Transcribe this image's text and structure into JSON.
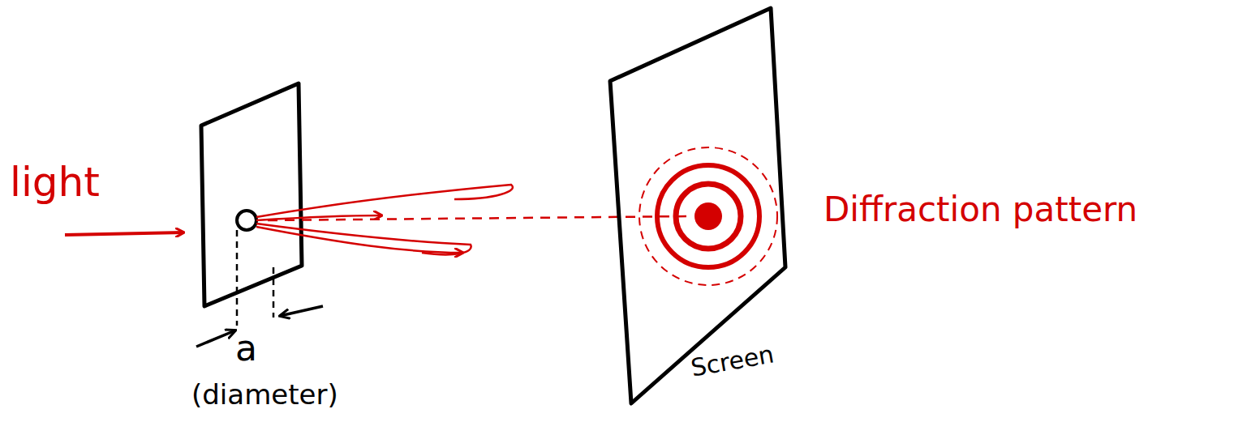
{
  "diagram": {
    "labels": [
      "light",
      "a",
      "(diameter)",
      "Screen",
      "Diffraction pattern"
    ]
  }
}
